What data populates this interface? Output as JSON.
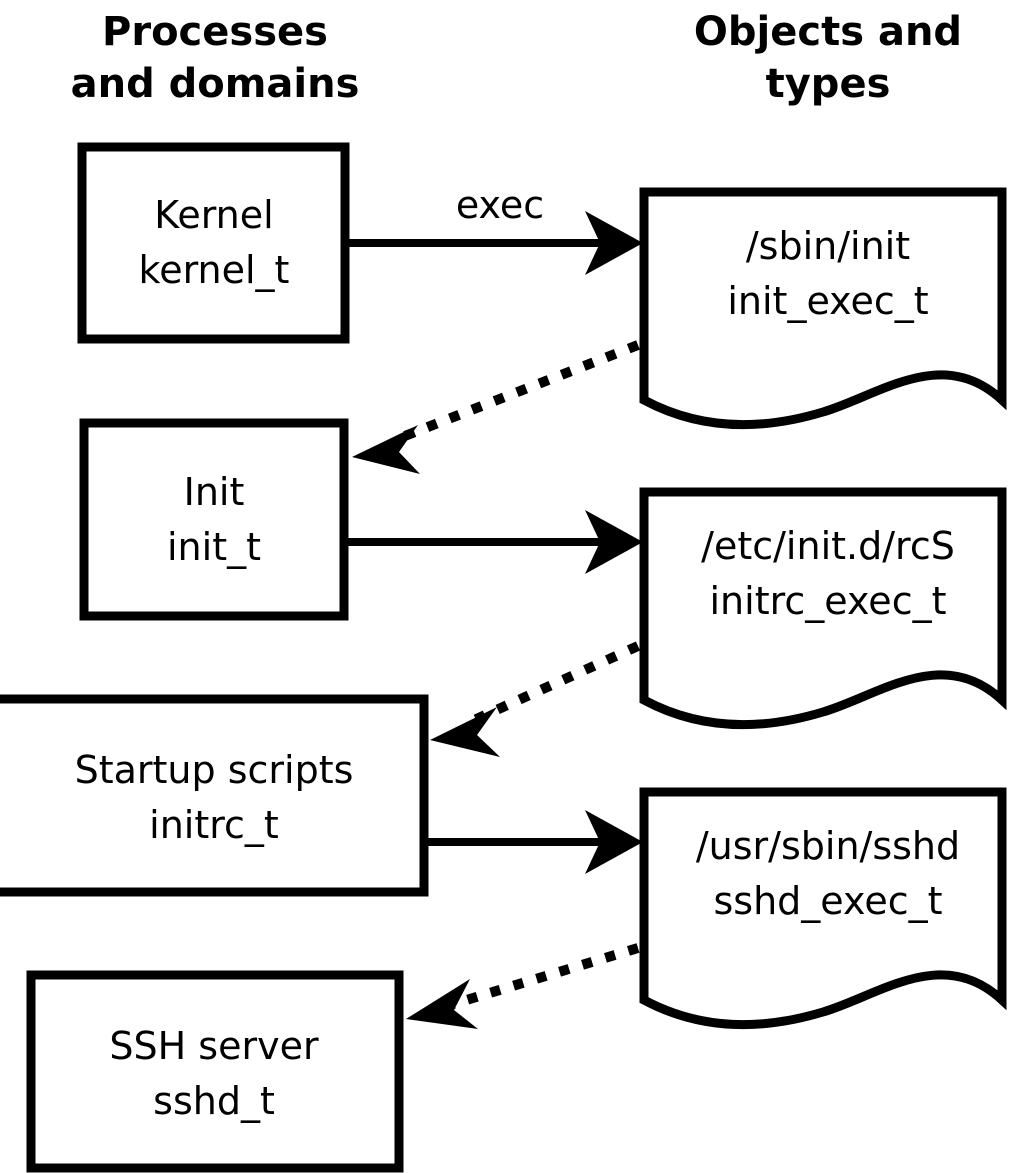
{
  "diagram": {
    "title": "SELinux process domains and object types transition diagram",
    "background_color": "#ffffff",
    "line_color": "#000000",
    "columns": [
      {
        "id": "col-processes",
        "line1": "Processes",
        "line2": "and domains"
      },
      {
        "id": "col-objects",
        "line1": "Objects and",
        "line2": "types"
      }
    ],
    "process_nodes": [
      {
        "id": "kernel",
        "line1": "Kernel",
        "line2": "kernel_t"
      },
      {
        "id": "init",
        "line1": "Init",
        "line2": "init_t"
      },
      {
        "id": "initrc",
        "line1": "Startup scripts",
        "line2": "initrc_t"
      },
      {
        "id": "sshd",
        "line1": "SSH server",
        "line2": "sshd_t"
      }
    ],
    "object_nodes": [
      {
        "id": "init-exec",
        "line1": "/sbin/init",
        "line2": "init_exec_t"
      },
      {
        "id": "initrc-exec",
        "line1": "/etc/init.d/rcS",
        "line2": "initrc_exec_t"
      },
      {
        "id": "sshd-exec",
        "line1": "/usr/sbin/sshd",
        "line2": "sshd_exec_t"
      }
    ],
    "edges": [
      {
        "id": "kernel-to-init-exec",
        "style": "solid",
        "label": "exec",
        "from": "kernel",
        "to": "init-exec"
      },
      {
        "id": "init-exec-to-init",
        "style": "dotted",
        "label": "",
        "from": "init-exec",
        "to": "init"
      },
      {
        "id": "init-to-initrc-exec",
        "style": "solid",
        "label": "",
        "from": "init",
        "to": "initrc-exec"
      },
      {
        "id": "initrc-exec-to-initrc",
        "style": "dotted",
        "label": "",
        "from": "initrc-exec",
        "to": "initrc"
      },
      {
        "id": "initrc-to-sshd-exec",
        "style": "solid",
        "label": "",
        "from": "initrc",
        "to": "sshd-exec"
      },
      {
        "id": "sshd-exec-to-sshd",
        "style": "dotted",
        "label": "",
        "from": "sshd-exec",
        "to": "sshd"
      }
    ]
  }
}
